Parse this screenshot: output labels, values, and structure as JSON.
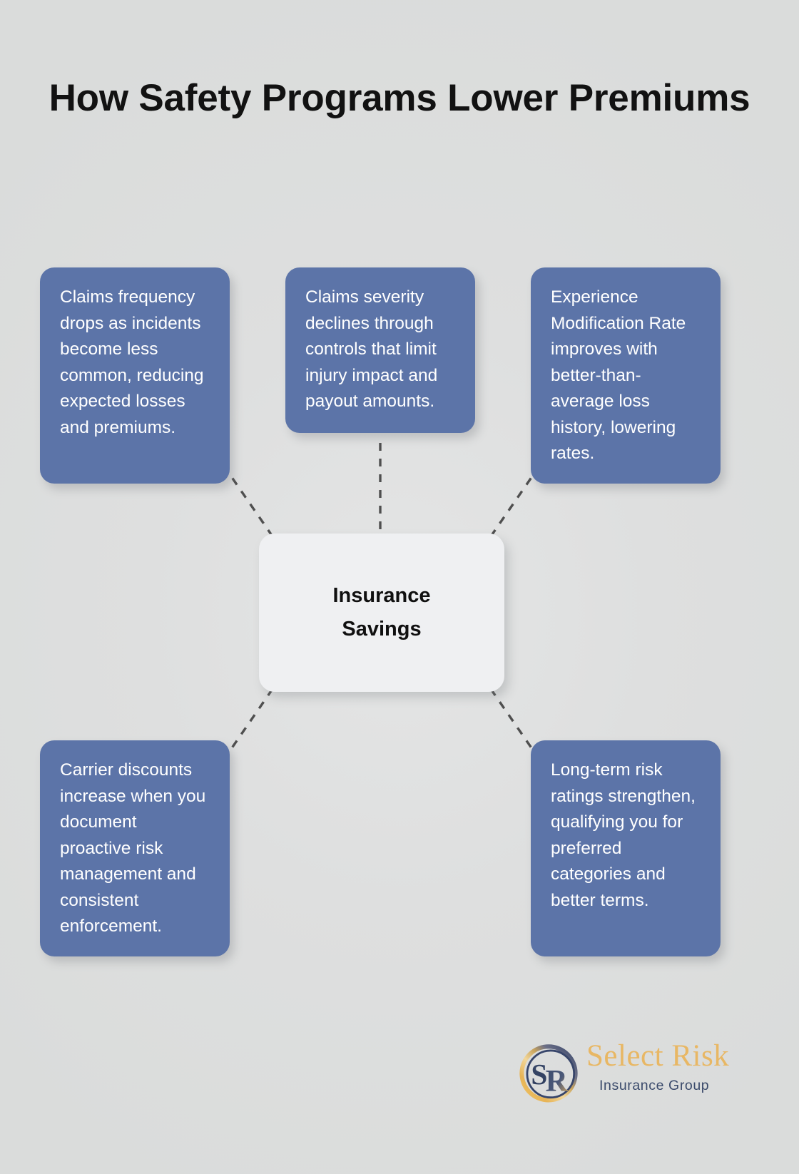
{
  "page": {
    "title": "How Safety Programs Lower Premiums",
    "background_color": "#dedfdf"
  },
  "colors": {
    "node_fill": "#5c74a8",
    "node_text": "#ffffff",
    "hub_fill": "#eff0f2",
    "hub_text": "#101010",
    "connector": "#4f4f4f",
    "title_text": "#121212",
    "logo_gold": "#e8b764",
    "logo_navy": "#3a4a6b"
  },
  "diagram": {
    "hub": {
      "label": "Insurance Savings"
    },
    "nodes": [
      {
        "id": "claims-frequency",
        "position": "top-left",
        "text": "Claims frequency drops as incidents become less common, reducing expected losses and premiums."
      },
      {
        "id": "claims-severity",
        "position": "top-center",
        "text": "Claims severity declines through controls that limit injury impact and payout amounts."
      },
      {
        "id": "experience-modification-rate",
        "position": "top-right",
        "text": "Experience Modification Rate improves with better-than-average loss history, lowering rates."
      },
      {
        "id": "carrier-discounts",
        "position": "bottom-left",
        "text": "Carrier discounts increase when you document proactive risk management and consistent enforcement."
      },
      {
        "id": "long-term-risk-ratings",
        "position": "bottom-right",
        "text": "Long-term risk ratings strengthen, qualifying you for preferred categories and better terms."
      }
    ]
  },
  "logo": {
    "monogram": "SR",
    "name": "Select Risk",
    "subtitle": "Insurance Group"
  }
}
